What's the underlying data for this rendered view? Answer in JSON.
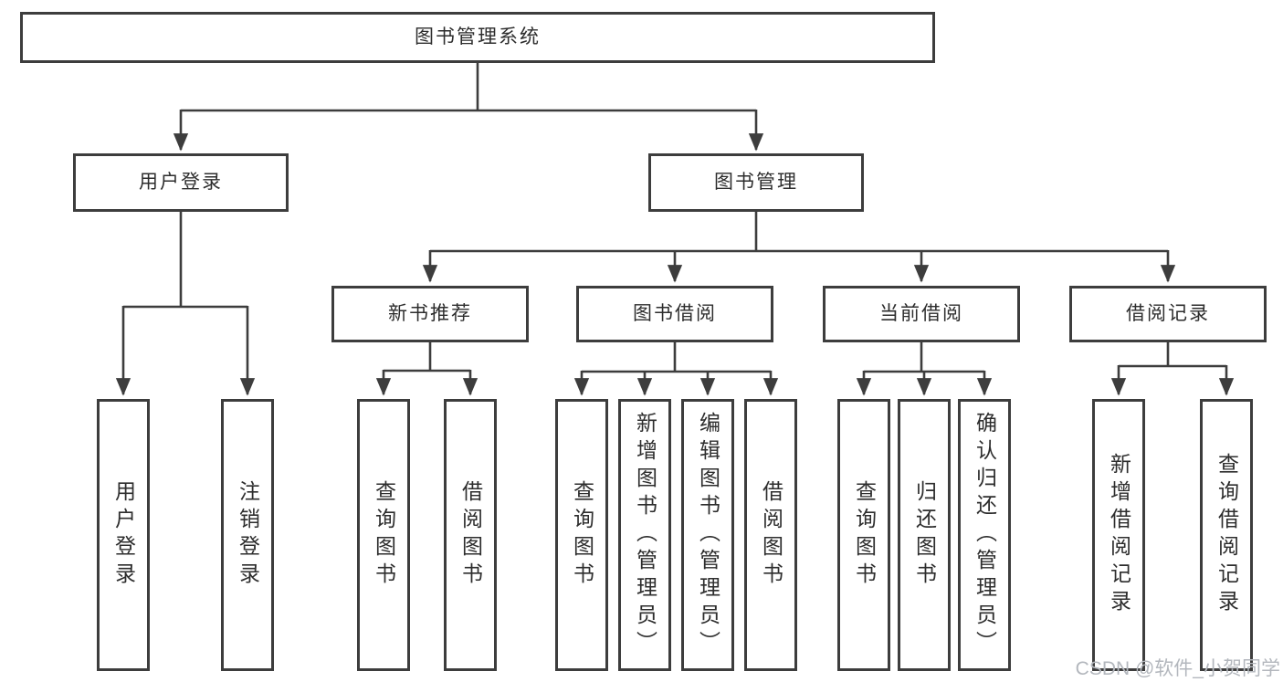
{
  "diagram_title": "图书管理系统",
  "watermark": "CSDN @软件_小贺同学",
  "colors": {
    "line": "#3d3d3d",
    "box_border": "#3d3d3d",
    "text": "#2d2d2d",
    "watermark": "#b3b7bd",
    "background": "#ffffff"
  },
  "tree": {
    "root": "图书管理系统",
    "branches": [
      {
        "label": "用户登录",
        "children": [
          "用户登录",
          "注销登录"
        ]
      },
      {
        "label": "图书管理",
        "children": [
          {
            "label": "新书推荐",
            "children": [
              "查询图书",
              "借阅图书"
            ]
          },
          {
            "label": "图书借阅",
            "children": [
              "查询图书",
              "新增图书（管理员）",
              "编辑图书（管理员）",
              "借阅图书"
            ]
          },
          {
            "label": "当前借阅",
            "children": [
              "查询图书",
              "归还图书",
              "确认归还（管理员）"
            ]
          },
          {
            "label": "借阅记录",
            "children": [
              "新增借阅记录",
              "查询借阅记录"
            ]
          }
        ]
      }
    ]
  }
}
